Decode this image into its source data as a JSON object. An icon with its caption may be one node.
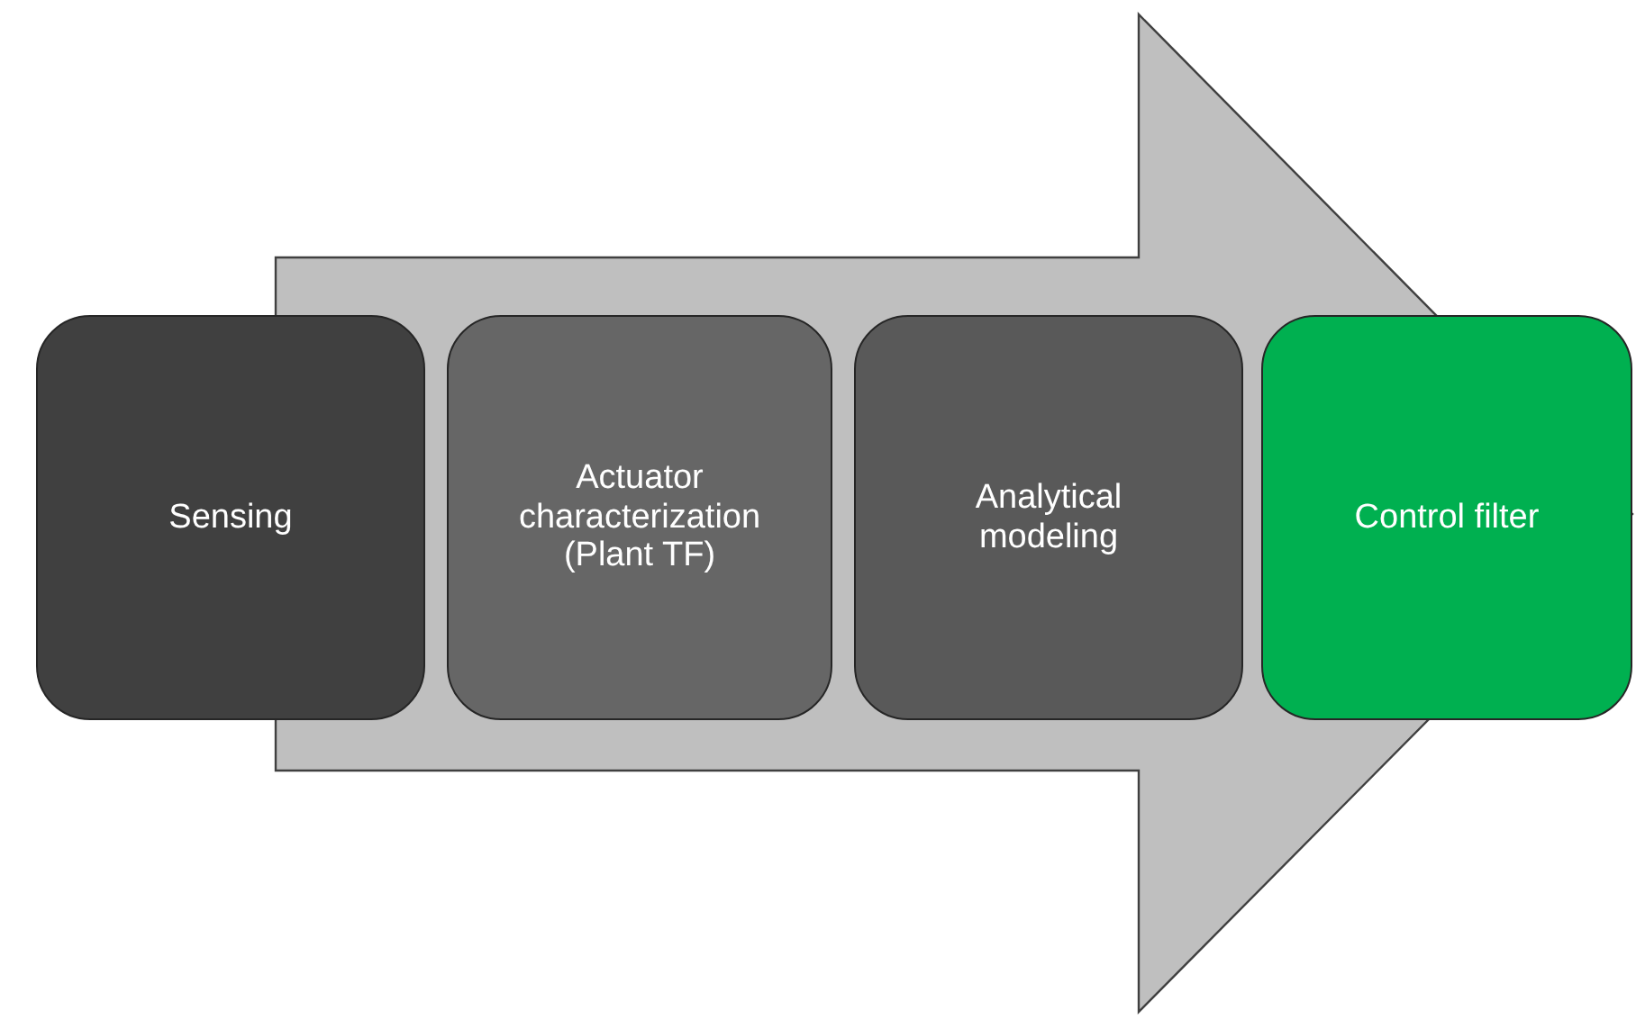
{
  "diagram": {
    "nodes": [
      {
        "text": [
          "Sensing"
        ]
      },
      {
        "text": [
          "Actuator characterization (Plant TF)"
        ]
      },
      {
        "text": [
          "Analytical modeling"
        ]
      },
      {
        "text": [
          "Control filter"
        ]
      }
    ],
    "edges": [
      {
        "from": 0,
        "to": 3,
        "arrow": "to"
      }
    ]
  }
}
